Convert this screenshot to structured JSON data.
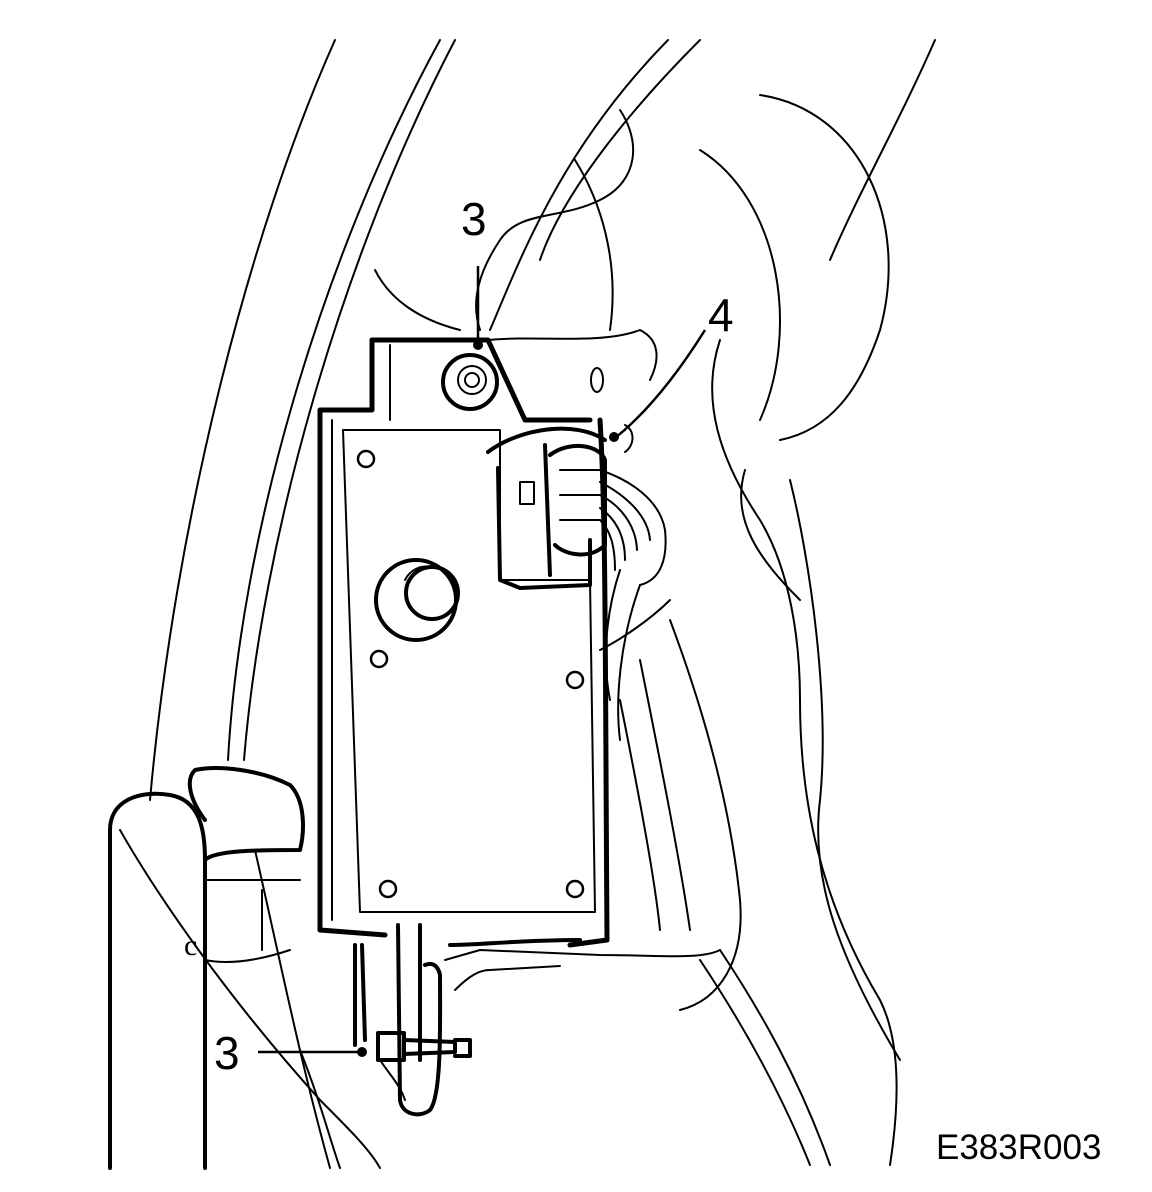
{
  "callouts": {
    "mounting_bolt_top": "3",
    "connector": "4",
    "mounting_bolt_bottom": "3"
  },
  "figure_id": "E383R003"
}
